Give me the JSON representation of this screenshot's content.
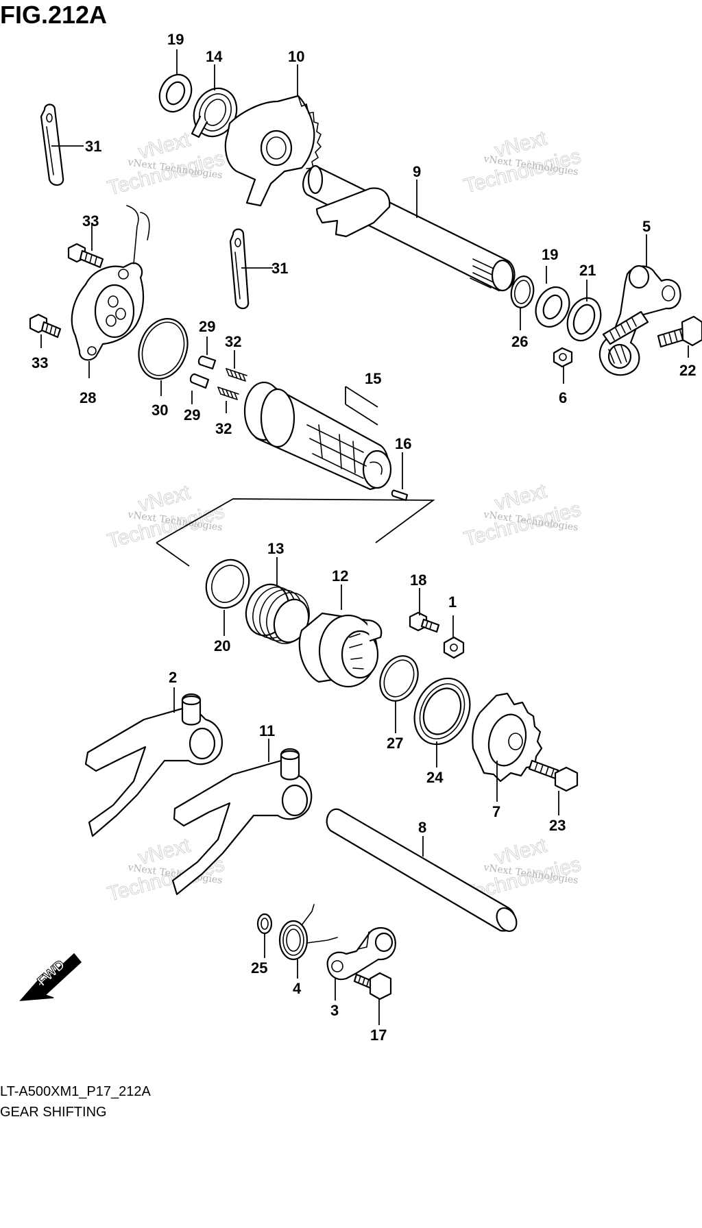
{
  "figure": {
    "title": "FIG.212A",
    "model_code": "LT-A500XM1_P17_212A",
    "section_name": "GEAR SHIFTING"
  },
  "watermark": {
    "line1": "vNext Technologies",
    "line2": "vNext",
    "line3": "Technologies"
  },
  "direction_badge": "FWD",
  "callouts": {
    "c1": "1",
    "c2": "2",
    "c3": "3",
    "c4": "4",
    "c5": "5",
    "c6": "6",
    "c7": "7",
    "c8": "8",
    "c9": "9",
    "c10": "10",
    "c11": "11",
    "c12": "12",
    "c13": "13",
    "c14": "14",
    "c15": "15",
    "c16": "16",
    "c17": "17",
    "c18": "18",
    "c19a": "19",
    "c19b": "19",
    "c20": "20",
    "c21": "21",
    "c22": "22",
    "c23": "23",
    "c24": "24",
    "c25": "25",
    "c26": "26",
    "c27": "27",
    "c28": "28",
    "c29a": "29",
    "c29b": "29",
    "c30": "30",
    "c31a": "31",
    "c31b": "31",
    "c32a": "32",
    "c32b": "32",
    "c33a": "33",
    "c33b": "33"
  }
}
